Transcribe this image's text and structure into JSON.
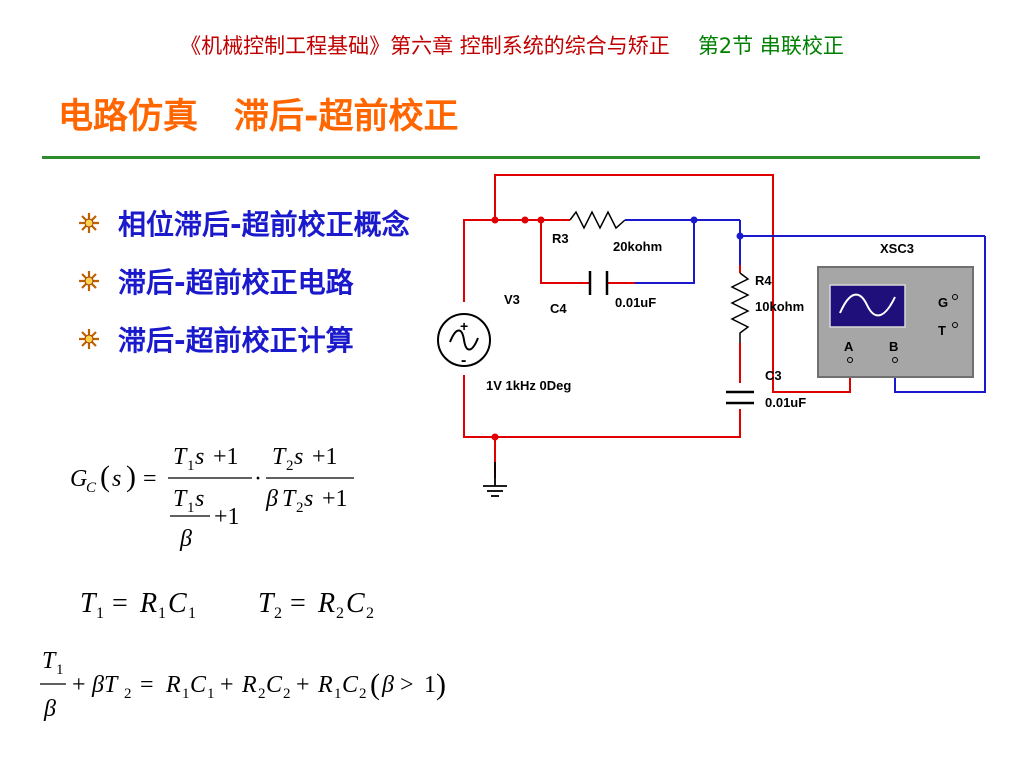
{
  "header": {
    "course": "《机械控制工程基础》第六章  控制系统的综合与矫正",
    "section": "第2节 串联校正"
  },
  "title": {
    "part1": "电路仿真",
    "part2": "滞后-超前校正"
  },
  "bullets": [
    {
      "label": "相位滞后-超前校正概念"
    },
    {
      "label": "滞后-超前校正电路"
    },
    {
      "label": "滞后-超前校正计算"
    }
  ],
  "circuit": {
    "r3": {
      "name": "R3",
      "value": "20kohm"
    },
    "r4": {
      "name": "R4",
      "value": "10kohm"
    },
    "c4": {
      "name": "C4",
      "value": "0.01uF"
    },
    "c3": {
      "name": "C3",
      "value": "0.01uF"
    },
    "v3": {
      "name": "V3",
      "value": "1V 1kHz 0Deg",
      "plus": "+",
      "minus": "-"
    },
    "scope": {
      "name": "XSC3",
      "g": "G",
      "t": "T",
      "a": "A",
      "b": "B"
    }
  },
  "formulas": {
    "gc_lhs": "G",
    "gc_sub": "C",
    "s": "s",
    "t1": "T",
    "t1_sub": "1",
    "t2": "T",
    "t2_sub": "2",
    "beta": "β",
    "one": "1",
    "r": "R",
    "c": "C"
  },
  "colors": {
    "wire_red": "#e00000",
    "wire_blue": "#1a1acc",
    "node_red": "#e00000",
    "node_blue": "#1a1acc"
  }
}
